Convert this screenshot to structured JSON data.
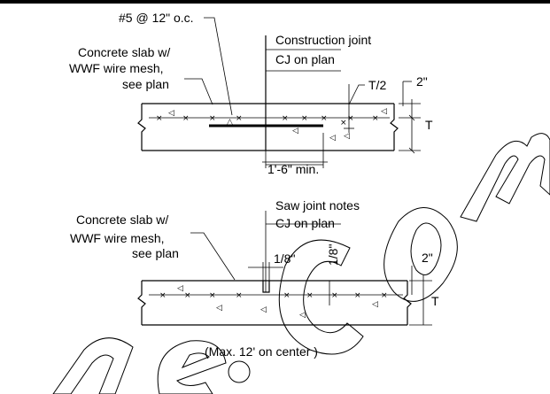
{
  "detail_1": {
    "rebar_label": "#5 @ 12\" o.c.",
    "slab_label_line1": "Concrete slab w/",
    "slab_label_line2": "WWF wire mesh,",
    "slab_label_line3": "see plan",
    "joint_label_line1": "Construction joint",
    "joint_label_line2": "CJ on plan",
    "half_thickness_label": "T/2",
    "cover_label": "2\"",
    "thickness_label": "T",
    "dowel_length_label": "1'-6\" min."
  },
  "detail_2": {
    "joint_label_line1": "Saw joint notes",
    "joint_label_line2": "CJ on plan",
    "slab_label_line1": "Concrete slab w/",
    "slab_label_line2": "WWF wire mesh,",
    "slab_label_line3": "see plan",
    "cut_width_label": "1/8\"",
    "cut_depth_label": "1/8\"",
    "cover_label": "2\"",
    "thickness_label": "T",
    "spacing_note": "(Max. 12' on center )"
  }
}
